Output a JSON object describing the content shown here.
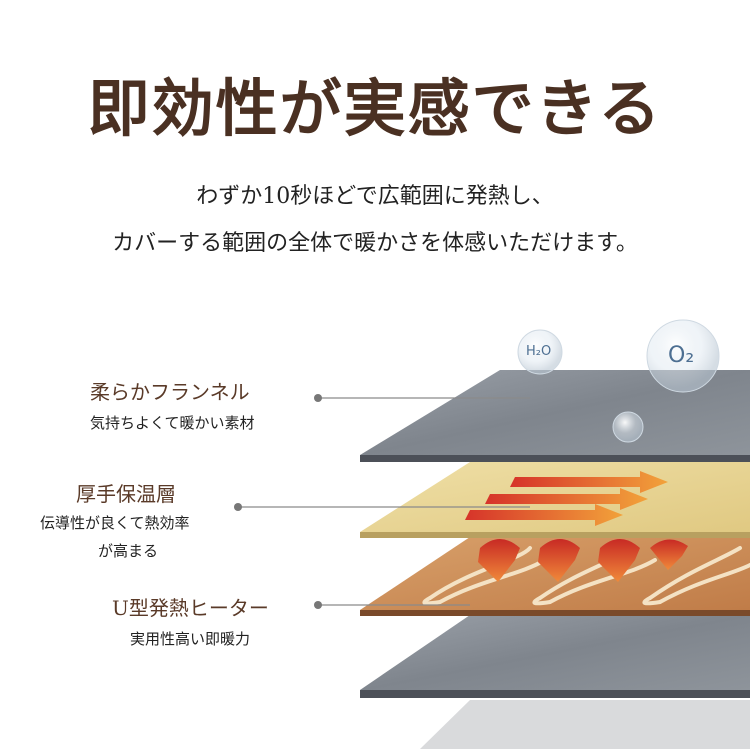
{
  "headline": "即効性が実感できる",
  "subtitle_line1": "わずか10秒ほどで広範囲に発熱し、",
  "subtitle_line2": "カバーする範囲の全体で暖かさを体感いただけます。",
  "molecules": {
    "h2o": "H₂O",
    "o2": "O₂"
  },
  "layers": [
    {
      "name": "柔らかフランネル",
      "desc_lines": [
        "気持ちよくて暖かい素材"
      ]
    },
    {
      "name": "厚手保温層",
      "desc_lines": [
        "伝導性が良くて熱効率",
        "が高まる"
      ]
    },
    {
      "name": "U型発熱ヒーター",
      "desc_lines": [
        "実用性高い即暖力"
      ]
    }
  ],
  "colors": {
    "title": "#4a3022",
    "label": "#5a3a28",
    "flannel": "#8c9096",
    "insulation": "#e9d79a",
    "heater": "#c98a55",
    "arrow": "#e0502a"
  }
}
